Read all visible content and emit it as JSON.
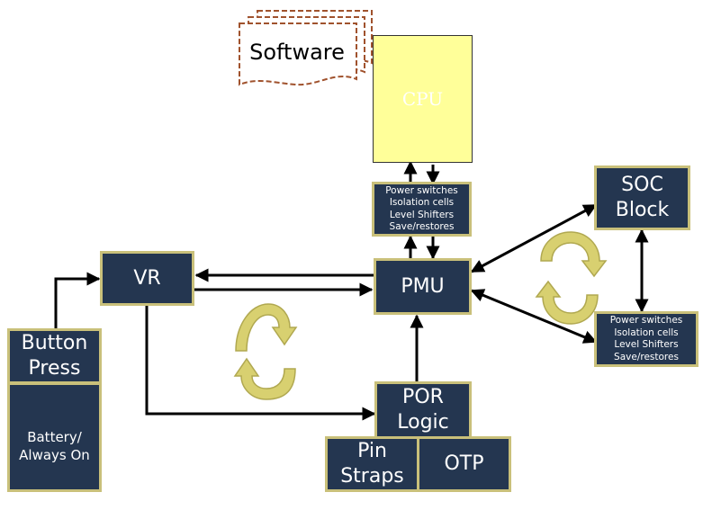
{
  "software": {
    "label": "Software"
  },
  "cpu": {
    "label": "CPU"
  },
  "cpu_power_box": {
    "label": "Power switches\nIsolation cells\nLevel Shifters\nSave/restores"
  },
  "vr": {
    "label": "VR"
  },
  "pmu": {
    "label": "PMU"
  },
  "soc_block": {
    "label": "SOC\nBlock"
  },
  "soc_power_box": {
    "label": "Power switches\nIsolation cells\nLevel Shifters\nSave/restores"
  },
  "button_press": {
    "label": "Button\nPress"
  },
  "battery": {
    "label": "Battery/\nAlways On"
  },
  "por_logic": {
    "label": "POR\nLogic"
  },
  "pin_straps": {
    "label": "Pin\nStraps"
  },
  "otp": {
    "label": "OTP"
  },
  "colors": {
    "box_fill": "#243650",
    "box_border": "#c9c07a",
    "cpu_fill": "#ffff99",
    "software_border": "#a0522d",
    "cycle_arrow": "#d8d070"
  }
}
